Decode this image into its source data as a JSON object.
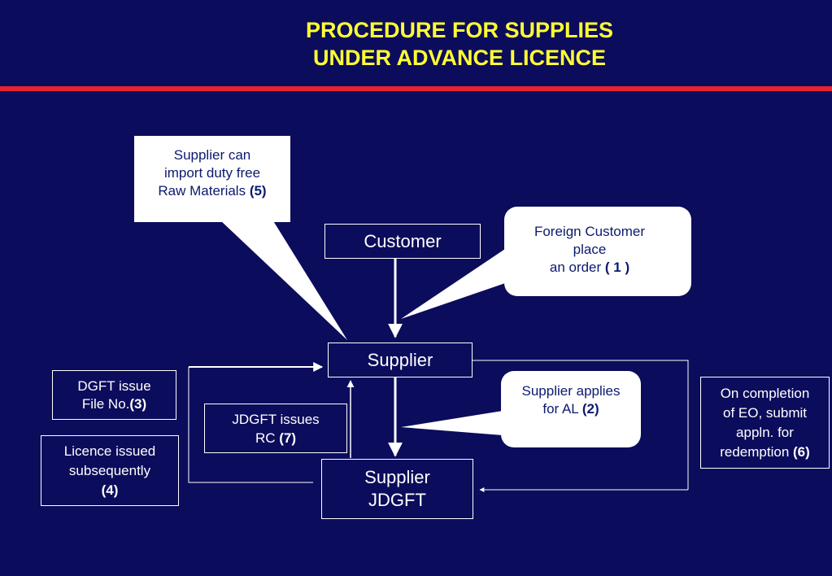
{
  "title": {
    "line1": "PROCEDURE FOR SUPPLIES",
    "line2": "UNDER ADVANCE LICENCE"
  },
  "nodes": {
    "customer": "Customer",
    "supplier": "Supplier",
    "supplier_jdgft_line1": "Supplier",
    "supplier_jdgft_line2": "JDGFT"
  },
  "callouts": {
    "import": {
      "line1": "Supplier can",
      "line2": "import duty free",
      "line3": "Raw Materials ",
      "step": "(5)"
    },
    "foreign": {
      "line1": "Foreign Customer",
      "line2": "place",
      "line3": "an order  ",
      "step": "( 1 )"
    },
    "applies": {
      "line1": "Supplier applies",
      "line2": "for AL ",
      "step": "(2)"
    }
  },
  "notes": {
    "dgft": {
      "line1": "DGFT issue",
      "line2": "File No.",
      "step": "(3)"
    },
    "licence": {
      "line1": "Licence issued",
      "line2": "subsequently",
      "step": "(4)"
    },
    "jdgft": {
      "line1": "JDGFT issues",
      "line2": "RC ",
      "step": "(7)"
    },
    "completion": {
      "line1": "On completion",
      "line2": "of EO, submit",
      "line3": "appln. for",
      "line4": "redemption ",
      "step": "(6)"
    }
  },
  "colors": {
    "background": "#0c0c5c",
    "title": "#ffff33",
    "rule": "#e8222e",
    "callout_text": "#0c1a6e"
  }
}
